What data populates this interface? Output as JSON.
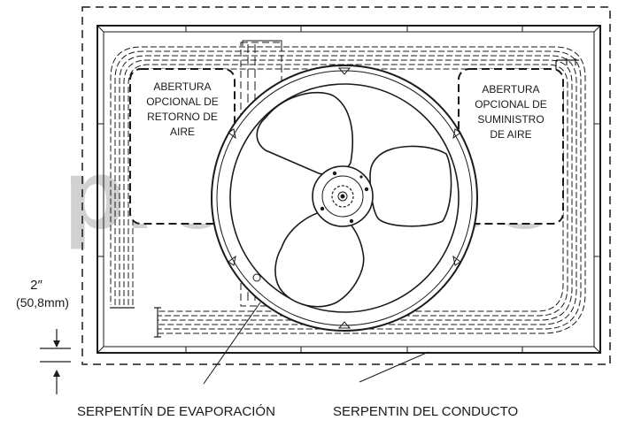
{
  "watermark": "proyectos",
  "labels": {
    "return_opening": [
      "ABERTURA",
      "OPCIONAL DE",
      "RETORNO DE",
      "AIRE"
    ],
    "supply_opening": [
      "ABERTURA",
      "OPCIONAL DE",
      "SUMINISTRO",
      "DE AIRE"
    ],
    "clearance_value": "2″",
    "clearance_metric": "(50,8mm)",
    "evaporator_coil": "SERPENTÍN DE EVAPORACIÓN",
    "duct_coil": "SERPENTIN DEL CONDUCTO"
  },
  "colors": {
    "line": "#1a1a1a",
    "watermark": "#c9c9c9"
  }
}
